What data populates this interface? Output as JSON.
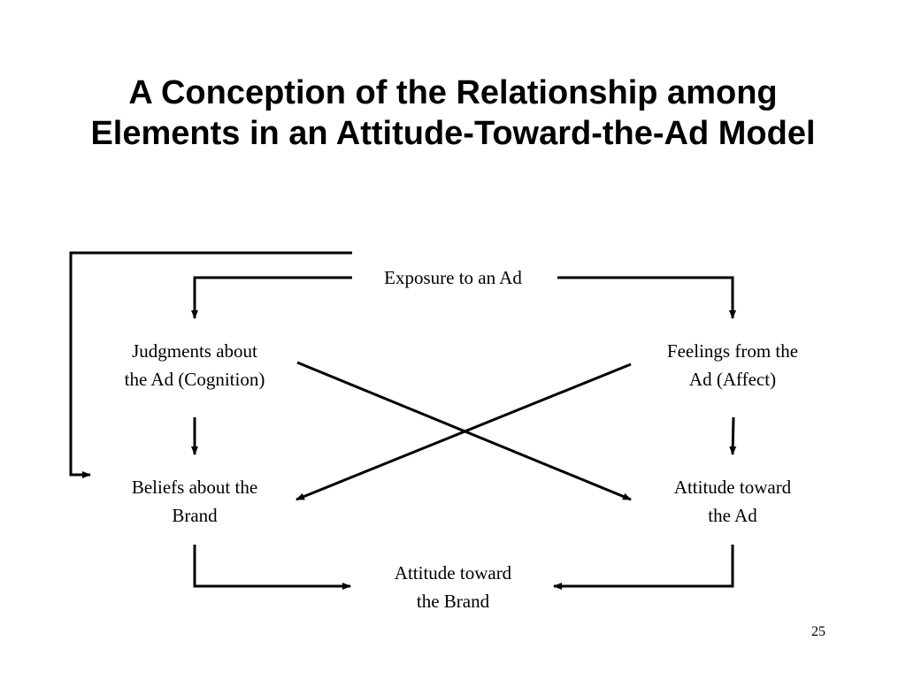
{
  "title": {
    "line1": "A Conception of the Relationship among",
    "line2": "Elements in an Attitude-Toward-the-Ad Model"
  },
  "nodes": {
    "exposure": "Exposure to an Ad",
    "judgments": [
      "Judgments about",
      "the Ad (Cognition)"
    ],
    "feelings": [
      "Feelings from the",
      "Ad (Affect)"
    ],
    "beliefs": [
      "Beliefs about the",
      "Brand"
    ],
    "attitude_ad": [
      "Attitude toward",
      "the Ad"
    ],
    "attitude_brand": [
      "Attitude toward",
      "the Brand"
    ]
  },
  "page_number": "25"
}
